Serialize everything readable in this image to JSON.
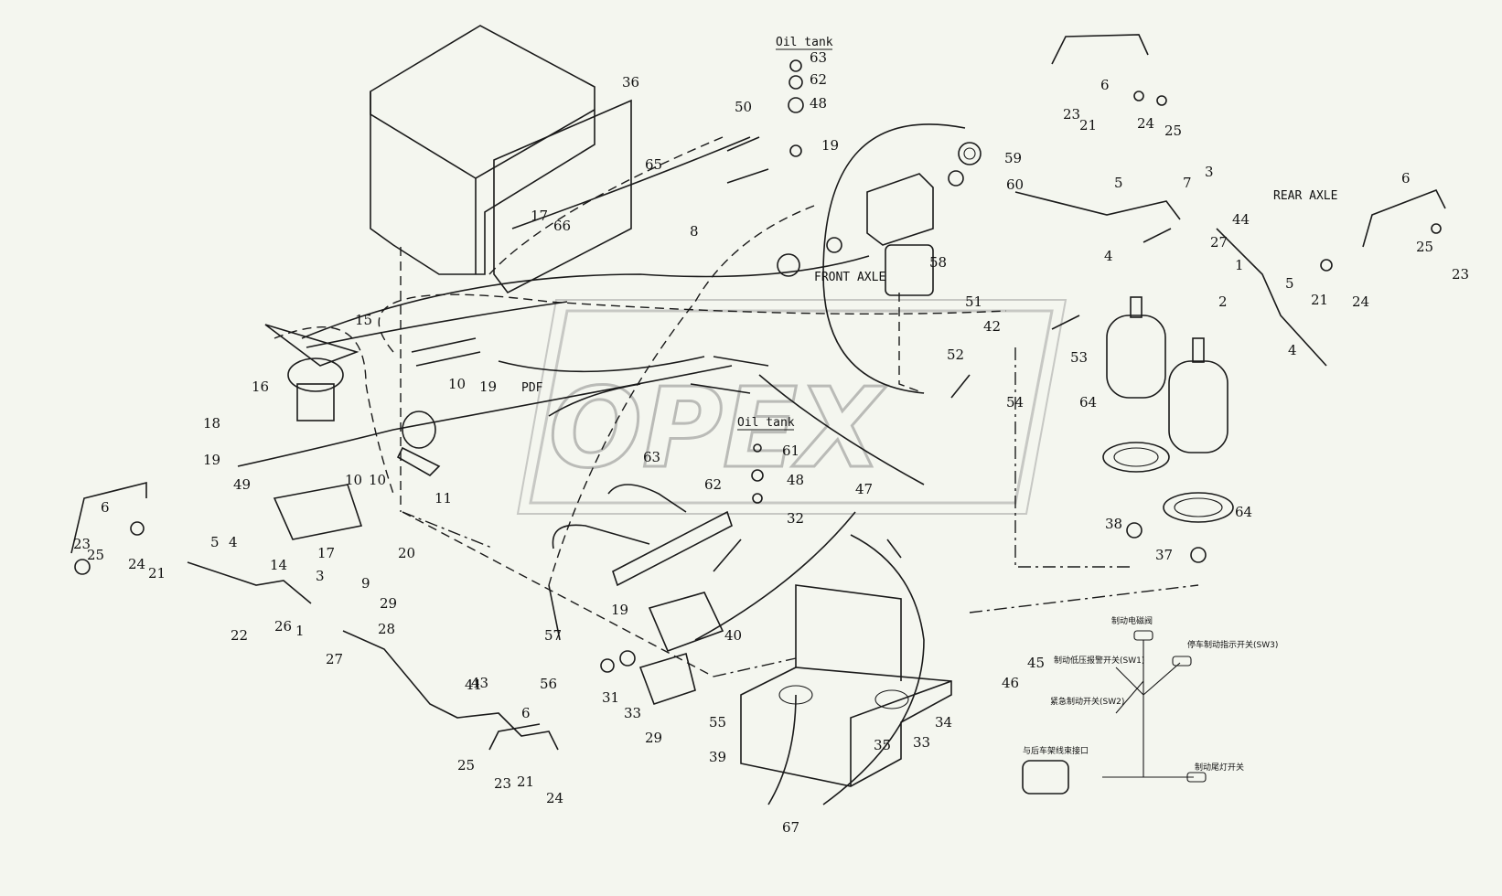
{
  "watermark": "OPEX",
  "labels": [
    {
      "id": "oil-tank-top",
      "text": "Oil tank"
    },
    {
      "id": "oil-tank-mid",
      "text": "Oil tank"
    },
    {
      "id": "front-axle",
      "text": "FRONT AXLE"
    },
    {
      "id": "rear-axle",
      "text": "REAR AXLE"
    },
    {
      "id": "pdf",
      "text": "PDF"
    }
  ],
  "wiring_labels": [
    {
      "id": "brake-solenoid",
      "text": "制动电磁阀"
    },
    {
      "id": "park-brake-switch",
      "text": "停车制动指示开关(SW3)"
    },
    {
      "id": "brake-pressure-alarm",
      "text": "制动低压报警开关(SW1)"
    },
    {
      "id": "emergency-brake-switch",
      "text": "紧急制动开关(SW2)"
    },
    {
      "id": "rear-harness",
      "text": "与后车架线束接口"
    },
    {
      "id": "brake-light-switch",
      "text": "制动尾灯开关"
    }
  ],
  "callouts": [
    "63",
    "62",
    "48",
    "50",
    "19",
    "36",
    "65",
    "17",
    "66",
    "8",
    "59",
    "60",
    "58",
    "6",
    "24",
    "25",
    "23",
    "21",
    "5",
    "7",
    "3",
    "4",
    "27",
    "44",
    "1",
    "2",
    "21",
    "24",
    "25",
    "6",
    "23",
    "5",
    "4",
    "15",
    "16",
    "18",
    "19",
    "49",
    "10",
    "19",
    "11",
    "10",
    "10",
    "14",
    "17",
    "20",
    "9",
    "3",
    "29",
    "28",
    "27",
    "26",
    "1",
    "22",
    "21",
    "24",
    "23",
    "25",
    "6",
    "5",
    "4",
    "25",
    "23",
    "21",
    "24",
    "6",
    "41",
    "43",
    "51",
    "42",
    "52",
    "54",
    "53",
    "64",
    "64",
    "38",
    "37",
    "63",
    "62",
    "61",
    "48",
    "32",
    "47",
    "19",
    "57",
    "56",
    "31",
    "33",
    "29",
    "55",
    "39",
    "40",
    "35",
    "33",
    "34",
    "46",
    "45",
    "67"
  ]
}
